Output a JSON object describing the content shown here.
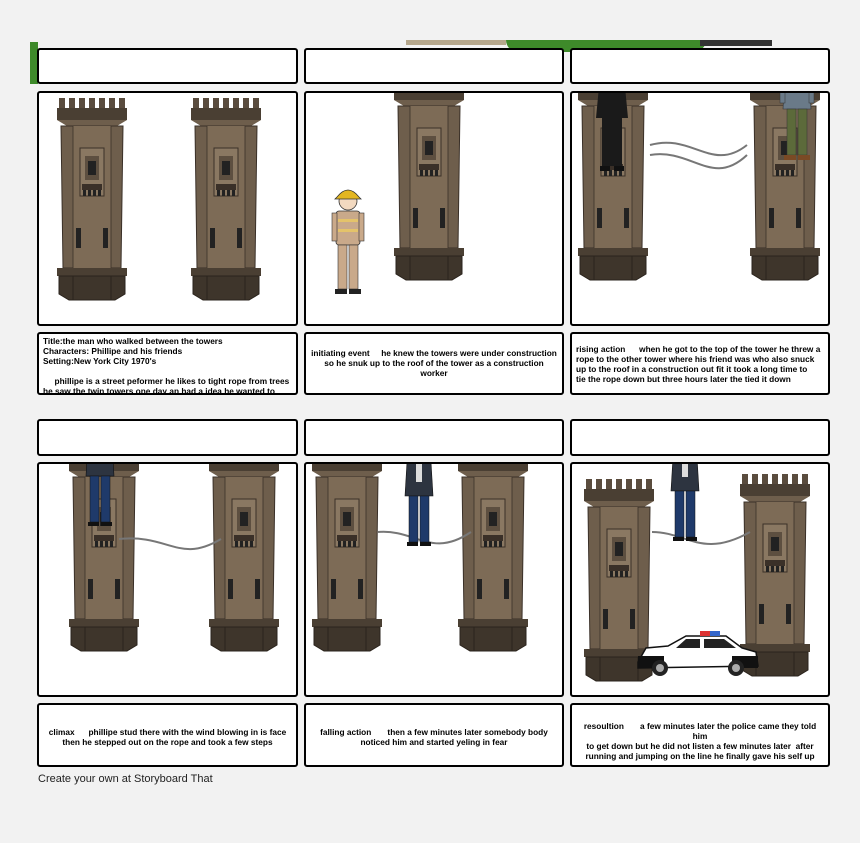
{
  "storyboard": {
    "cells": [
      {
        "id": 1,
        "caption": "Title:the man who walked between the towers\nCharacters: Phillipe and his friends\nSetting:New York City 1970's\n\n     phillipe is a street peformer he likes to tight rope from trees\nhe saw the twin towers one day an had a idea he wanted to\nwalk between the twin towers",
        "align": "left"
      },
      {
        "id": 2,
        "caption": "initiating event     he knew the towers were under construction\nso he snuk up to the roof of the tower as a construction\nworker",
        "align": "center"
      },
      {
        "id": 3,
        "caption": "rising action      when he got to the top of the tower he threw a\nrope to the other tower where his friend was who also snuck\nup to the roof in a construction out fit it took a long time to\ntie the rope down but three hours later the tied it down",
        "align": "left"
      },
      {
        "id": 4,
        "caption": "climax      phillipe stud there with the wind blowing in is face\nthen he stepped out on the rope and took a few steps",
        "align": "center"
      },
      {
        "id": 5,
        "caption": "falling action       then a few minutes later somebody body\nnoticed him and started yeling in fear",
        "align": "center"
      },
      {
        "id": 6,
        "caption": "resoultion       a few minutes later the police came they told him\nto get down but he did not listen a few minutes later  after\nrunning and jumping on the line he finally gave his self up",
        "align": "center"
      }
    ]
  },
  "footer": {
    "text": "Create your own at Storyboard That"
  },
  "colors": {
    "tower": "#6e5e4c",
    "tower_dark": "#4a3f33",
    "tower_light": "#8a7862",
    "rope": "#777777",
    "grass": "#3e8a2a"
  }
}
